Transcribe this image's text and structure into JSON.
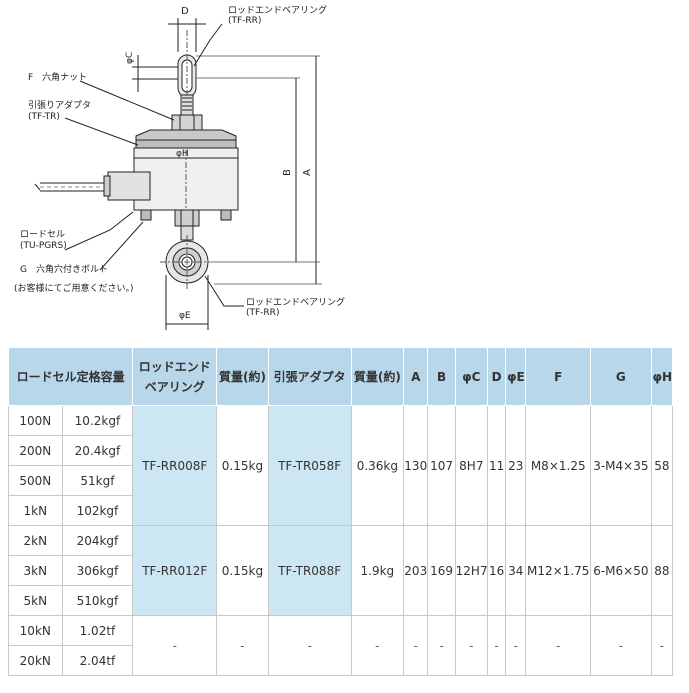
{
  "drawing": {
    "label_D": "D",
    "label_rod_end_top": "ロッドエンドベアリング",
    "label_rod_end_top_code": "(TF-RR)",
    "label_phiC": "φC",
    "label_F": "F　六角ナット",
    "label_adapter": "引張りアダプタ",
    "label_adapter_code": "(TF-TR)",
    "label_phiH": "φH",
    "label_B": "B",
    "label_A": "A",
    "label_loadcell": "ロードセル",
    "label_loadcell_code": "(TU-PGRS)",
    "label_G": "G　六角穴付きボルト",
    "label_note": "(お客様にてご用意ください。)",
    "label_phiE": "φE",
    "label_rod_end_bottom": "ロッドエンドベアリング",
    "label_rod_end_bottom_code": "(TF-RR)"
  },
  "table": {
    "headers": {
      "capacity": "ロードセル定格容量",
      "bearing": "ロッドエンド\nベアリング",
      "mass1": "質量(約)",
      "adapter": "引張アダプタ",
      "mass2": "質量(約)",
      "A": "A",
      "B": "B",
      "phiC": "φC",
      "D": "D",
      "phiE": "φE",
      "F": "F",
      "G": "G",
      "phiH": "φH"
    },
    "groups": [
      {
        "rows": [
          [
            "100N",
            "10.2kgf"
          ],
          [
            "200N",
            "20.4kgf"
          ],
          [
            "500N",
            "51kgf"
          ],
          [
            "1kN",
            "102kgf"
          ]
        ],
        "bearing": "TF-RR008F",
        "mass1": "0.15kg",
        "adapter": "TF-TR058F",
        "mass2": "0.36kg",
        "A": "130",
        "B": "107",
        "phiC": "8H7",
        "D": "11",
        "phiE": "23",
        "F": "M8×1.25",
        "G": "3-M4×35",
        "phiH": "58"
      },
      {
        "rows": [
          [
            "2kN",
            "204kgf"
          ],
          [
            "3kN",
            "306kgf"
          ],
          [
            "5kN",
            "510kgf"
          ]
        ],
        "bearing": "TF-RR012F",
        "mass1": "0.15kg",
        "adapter": "TF-TR088F",
        "mass2": "1.9kg",
        "A": "203",
        "B": "169",
        "phiC": "12H7",
        "D": "16",
        "phiE": "34",
        "F": "M12×1.75",
        "G": "6-M6×50",
        "phiH": "88"
      },
      {
        "rows": [
          [
            "10kN",
            "1.02tf"
          ],
          [
            "20kN",
            "2.04tf"
          ]
        ],
        "bearing": "-",
        "mass1": "-",
        "adapter": "-",
        "mass2": "-",
        "A": "-",
        "B": "-",
        "phiC": "-",
        "D": "-",
        "phiE": "-",
        "F": "-",
        "G": "-",
        "phiH": "-"
      }
    ]
  }
}
